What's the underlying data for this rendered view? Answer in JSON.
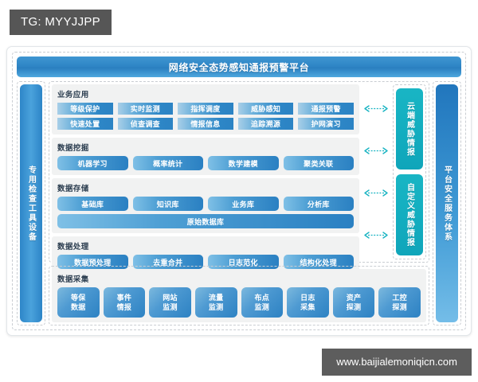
{
  "overlay": {
    "tg_badge": "TG: MYYJJPP",
    "watermark": "www.baijialemoniqicn.com"
  },
  "colors": {
    "title_blue": "#2f86c6",
    "button_blue": "#2d86c6",
    "intel_teal": "#13aec0",
    "arrow_teal": "#17b3c2",
    "section_bg": "#f1f2f2",
    "badge_gray": "#565656"
  },
  "header": {
    "title": "网络安全态势感知通报预警平台"
  },
  "sidebars": {
    "left": "专用检查工具设备",
    "right": "平台安全服务体系"
  },
  "intel": {
    "items": [
      {
        "label": "云端威胁情报"
      },
      {
        "label": "自定义威胁情报"
      }
    ]
  },
  "arrows": [
    {
      "name": "arrow-business-to-intel"
    },
    {
      "name": "arrow-mining-to-intel"
    },
    {
      "name": "arrow-storage-to-intel"
    },
    {
      "name": "arrow-processing-to-intel"
    }
  ],
  "sections": [
    {
      "id": "business-application",
      "title": "业务应用",
      "style": "flat",
      "rows": [
        [
          "等级保护",
          "实时监测",
          "指挥调度",
          "威胁感知",
          "通报预警"
        ],
        [
          "快速处置",
          "侦查调查",
          "情报信息",
          "追踪溯源",
          "护网演习"
        ]
      ]
    },
    {
      "id": "data-mining",
      "title": "数据挖掘",
      "style": "round",
      "rows": [
        [
          "机器学习",
          "概率统计",
          "数学建模",
          "聚类关联"
        ]
      ]
    },
    {
      "id": "data-storage",
      "title": "数据存储",
      "style": "round",
      "rows": [
        [
          "基础库",
          "知识库",
          "业务库",
          "分析库"
        ],
        [
          "原始数据库"
        ]
      ]
    },
    {
      "id": "data-processing",
      "title": "数据处理",
      "style": "round",
      "rows": [
        [
          "数据预处理",
          "去重合并",
          "日志范化",
          "结构化处理"
        ]
      ]
    },
    {
      "id": "data-collection",
      "title": "数据采集",
      "style": "tile",
      "tiles": [
        {
          "line1": "等保",
          "line2": "数据"
        },
        {
          "line1": "事件",
          "line2": "情报"
        },
        {
          "line1": "网站",
          "line2": "监测"
        },
        {
          "line1": "流量",
          "line2": "监测"
        },
        {
          "line1": "布点",
          "line2": "监测"
        },
        {
          "line1": "日志",
          "line2": "采集"
        },
        {
          "line1": "资产",
          "line2": "探测"
        },
        {
          "line1": "工控",
          "line2": "探测"
        }
      ]
    }
  ]
}
